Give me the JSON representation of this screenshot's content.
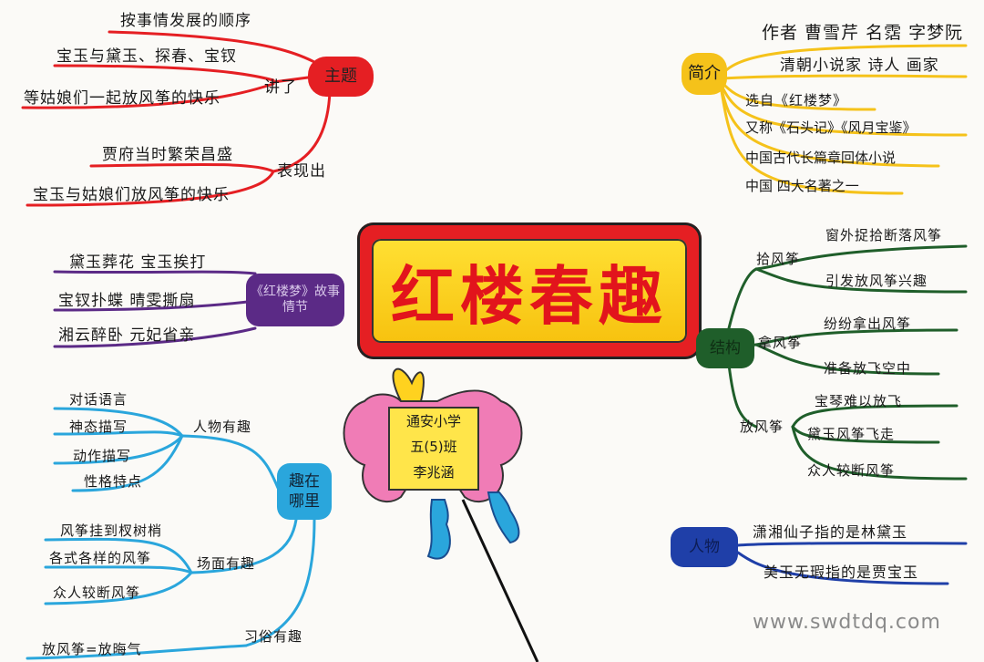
{
  "title": "红楼春趣",
  "kite": {
    "school": "通安小学",
    "class": "五(5)班",
    "name": "李兆涵"
  },
  "theme": {
    "label": "主题",
    "jiang_label": "讲了",
    "jiang_items": [
      "按事情发展的顺序",
      "宝玉与黛玉、探春、宝钗",
      "等姑娘们一起放风筝的快乐"
    ],
    "biao_label": "表现出",
    "biao_items": [
      "贾府当时繁荣昌盛",
      "宝玉与姑娘们放风筝的快乐"
    ]
  },
  "intro": {
    "label": "简介",
    "items": [
      "作者 曹雪芹 名霑 字梦阮",
      "清朝小说家 诗人 画家",
      "选自《红楼梦》",
      "又称《石头记》《风月宝鉴》",
      "中国古代长篇章回体小说",
      "中国 四大名著之一"
    ]
  },
  "story": {
    "label": "《红楼梦》故事情节",
    "items": [
      "黛玉葬花 宝玉挨打",
      "宝钗扑蝶 晴雯撕扇",
      "湘云醉卧 元妃省亲"
    ]
  },
  "structure": {
    "label": "结构",
    "groups": [
      {
        "label": "拾风筝",
        "items": [
          "窗外捉拾断落风筝",
          "引发放风筝兴趣"
        ]
      },
      {
        "label": "拿风筝",
        "items": [
          "纷纷拿出风筝",
          "准备放飞空中"
        ]
      },
      {
        "label": "放风筝",
        "items": [
          "宝琴难以放飞",
          "黛玉风筝飞走",
          "众人较断风筝"
        ]
      }
    ]
  },
  "fun": {
    "label": "趣在哪里",
    "groups": [
      {
        "label": "人物有趣",
        "items": [
          "对话语言",
          "神态描写",
          "动作描写",
          "性格特点"
        ]
      },
      {
        "label": "场面有趣",
        "items": [
          "风筝挂到杈树梢",
          "各式各样的风筝",
          "众人较断风筝"
        ]
      },
      {
        "label": "习俗有趣",
        "items": [
          "放风筝=放晦气"
        ]
      }
    ]
  },
  "people": {
    "label": "人物",
    "items": [
      "潇湘仙子指的是林黛玉",
      "美玉无瑕指的是贾宝玉"
    ]
  },
  "watermark": "www.swdtdq.com",
  "colors": {
    "red": "#e51f23",
    "yellow": "#f5c21a",
    "purple": "#5b2a86",
    "green": "#1f5e2a",
    "blue": "#2aa6dc",
    "navy": "#1f3fa8",
    "pink": "#f07cb6"
  }
}
